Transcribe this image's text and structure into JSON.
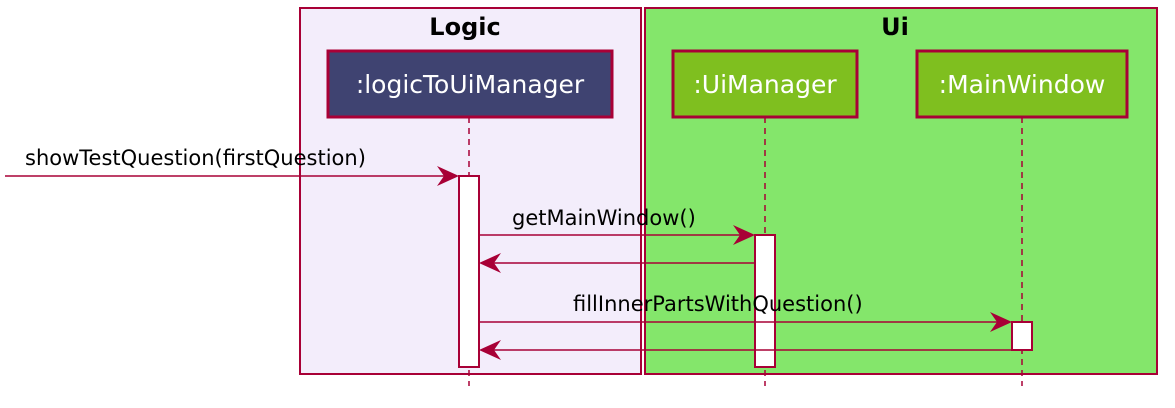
{
  "diagram": {
    "type": "sequence",
    "colors": {
      "border": "#A80036",
      "logic_box_fill": "#F3EDFB",
      "ui_box_fill": "#84E66B",
      "logic_participant_fill": "#3F4371",
      "ui_participant_fill": "#7FBF1F",
      "activation_fill": "#FFFFFF"
    },
    "boxes": {
      "logic": {
        "title": "Logic"
      },
      "ui": {
        "title": "Ui"
      }
    },
    "participants": {
      "logic_to_ui_manager": {
        "label": ":logicToUiManager"
      },
      "ui_manager": {
        "label": ":UiManager"
      },
      "main_window": {
        "label": ":MainWindow"
      }
    },
    "messages": [
      {
        "label": "showTestQuestion(firstQuestion)",
        "from": "external",
        "to": "logic_to_ui_manager"
      },
      {
        "label": "getMainWindow()",
        "from": "logic_to_ui_manager",
        "to": "ui_manager"
      },
      {
        "label": "",
        "from": "ui_manager",
        "to": "logic_to_ui_manager",
        "kind": "return"
      },
      {
        "label": "fillInnerPartsWithQuestion()",
        "from": "logic_to_ui_manager",
        "to": "main_window"
      },
      {
        "label": "",
        "from": "main_window",
        "to": "logic_to_ui_manager",
        "kind": "return"
      }
    ]
  }
}
